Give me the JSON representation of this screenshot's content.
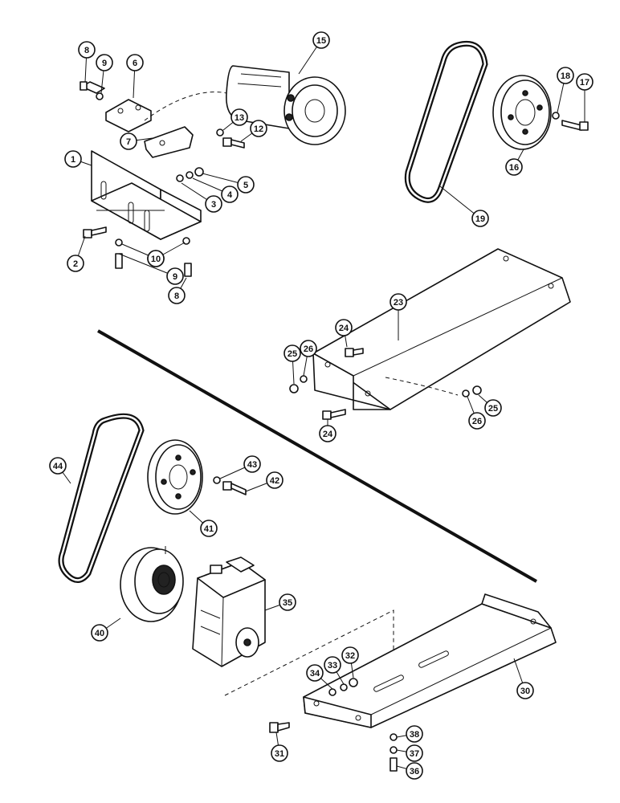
{
  "diagram": {
    "callouts": [
      "1",
      "2",
      "3",
      "4",
      "5",
      "6",
      "7",
      "8",
      "9",
      "10",
      "12",
      "13",
      "15",
      "16",
      "17",
      "18",
      "19",
      "23",
      "24",
      "25",
      "26",
      "30",
      "31",
      "32",
      "33",
      "34",
      "35",
      "36",
      "37",
      "38",
      "40",
      "41",
      "42",
      "43",
      "44"
    ],
    "colors": {
      "ink": "#111111",
      "paper": "#ffffff"
    }
  }
}
